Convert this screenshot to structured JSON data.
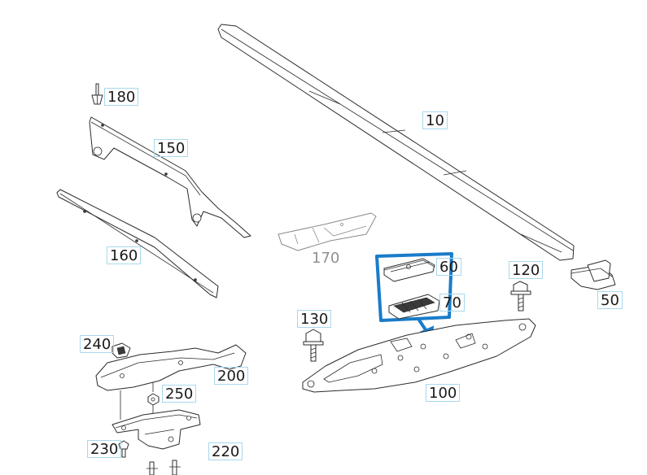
{
  "callouts": {
    "p10": "10",
    "p50": "50",
    "p60": "60",
    "p70": "70",
    "p100": "100",
    "p120": "120",
    "p130": "130",
    "p150": "150",
    "p160": "160",
    "p170": "170",
    "p180": "180",
    "p200": "200",
    "p220": "220",
    "p230": "230",
    "p240": "240",
    "p250": "250"
  },
  "colors": {
    "line_art": "#2b2b2b",
    "greyed_part": "#8a8a8a",
    "highlight": "#1a7cc8",
    "callout_border": "#a8d8ec"
  }
}
